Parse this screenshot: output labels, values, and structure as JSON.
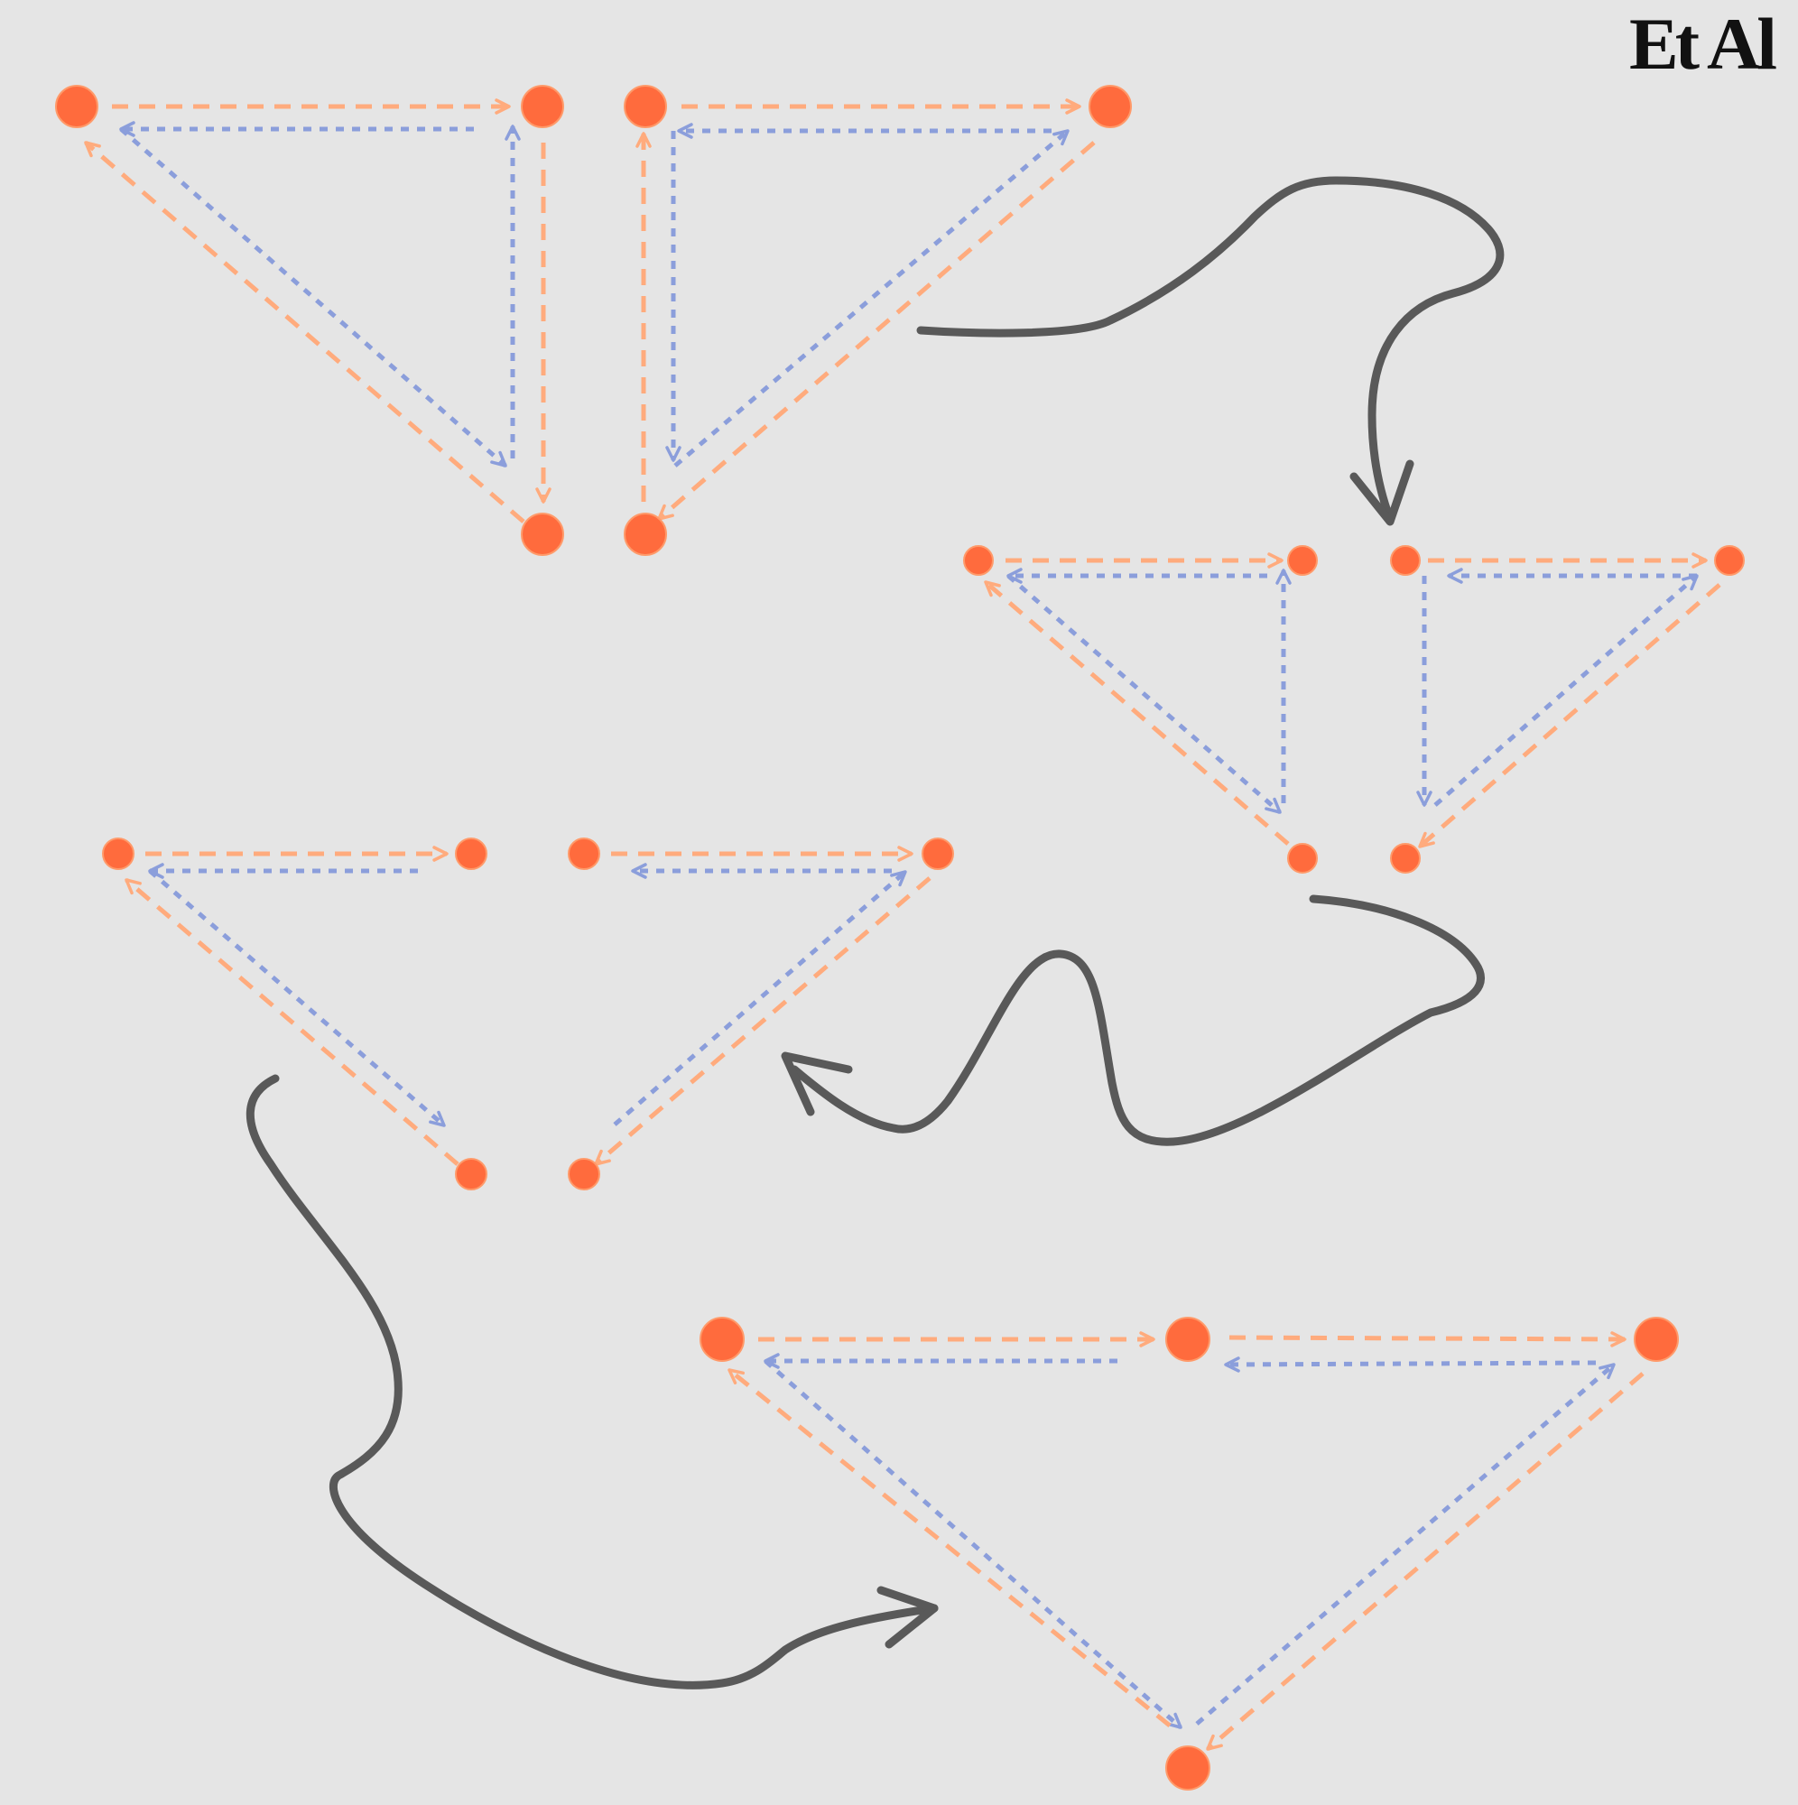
{
  "logo": {
    "text": "Et Al"
  },
  "colors": {
    "background": "#e5e5e5",
    "node": "#ff6b3d",
    "edge_orange": "#ffab7d",
    "edge_blue": "#8b9edb",
    "flow_arrow": "#595959",
    "logo": "#111111"
  },
  "diagram": {
    "description_free": true,
    "node_icon": "circle-node",
    "edge_styles": [
      "orange-dashed",
      "blue-dotted"
    ],
    "panels": 4,
    "flow_arrows": 3
  }
}
